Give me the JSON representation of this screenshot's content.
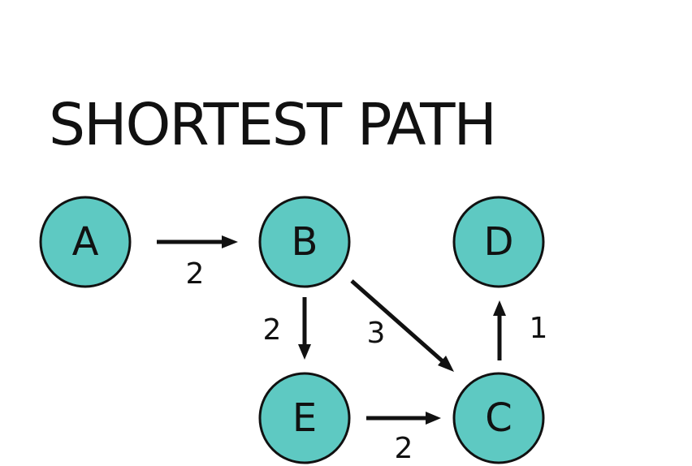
{
  "title": "SHORTEST PATH",
  "node_fill": "#5ec9c2",
  "stroke_color": "#111111",
  "nodes": {
    "A": {
      "label": "A"
    },
    "B": {
      "label": "B"
    },
    "D": {
      "label": "D"
    },
    "E": {
      "label": "E"
    },
    "C": {
      "label": "C"
    }
  },
  "edges": [
    {
      "from": "A",
      "to": "B",
      "weight": "2"
    },
    {
      "from": "B",
      "to": "E",
      "weight": "2"
    },
    {
      "from": "B",
      "to": "C",
      "weight": "3"
    },
    {
      "from": "E",
      "to": "C",
      "weight": "2"
    },
    {
      "from": "C",
      "to": "D",
      "weight": "1"
    }
  ]
}
